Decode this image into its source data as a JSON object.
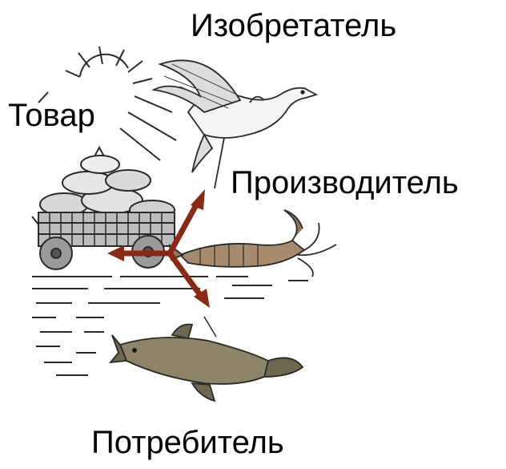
{
  "labels": {
    "inventor": "Изобретатель",
    "goods": "Товар",
    "producer": "Производитель",
    "consumer": "Потребитель"
  },
  "colors": {
    "arrow": "#8b2a14",
    "ink": "#2a2a2a",
    "background": "#ffffff"
  },
  "icons": {
    "sun": "sun-icon",
    "swan": "swan-icon",
    "cart": "cart-with-sacks-icon",
    "crayfish": "crayfish-icon",
    "pike": "pike-icon"
  }
}
